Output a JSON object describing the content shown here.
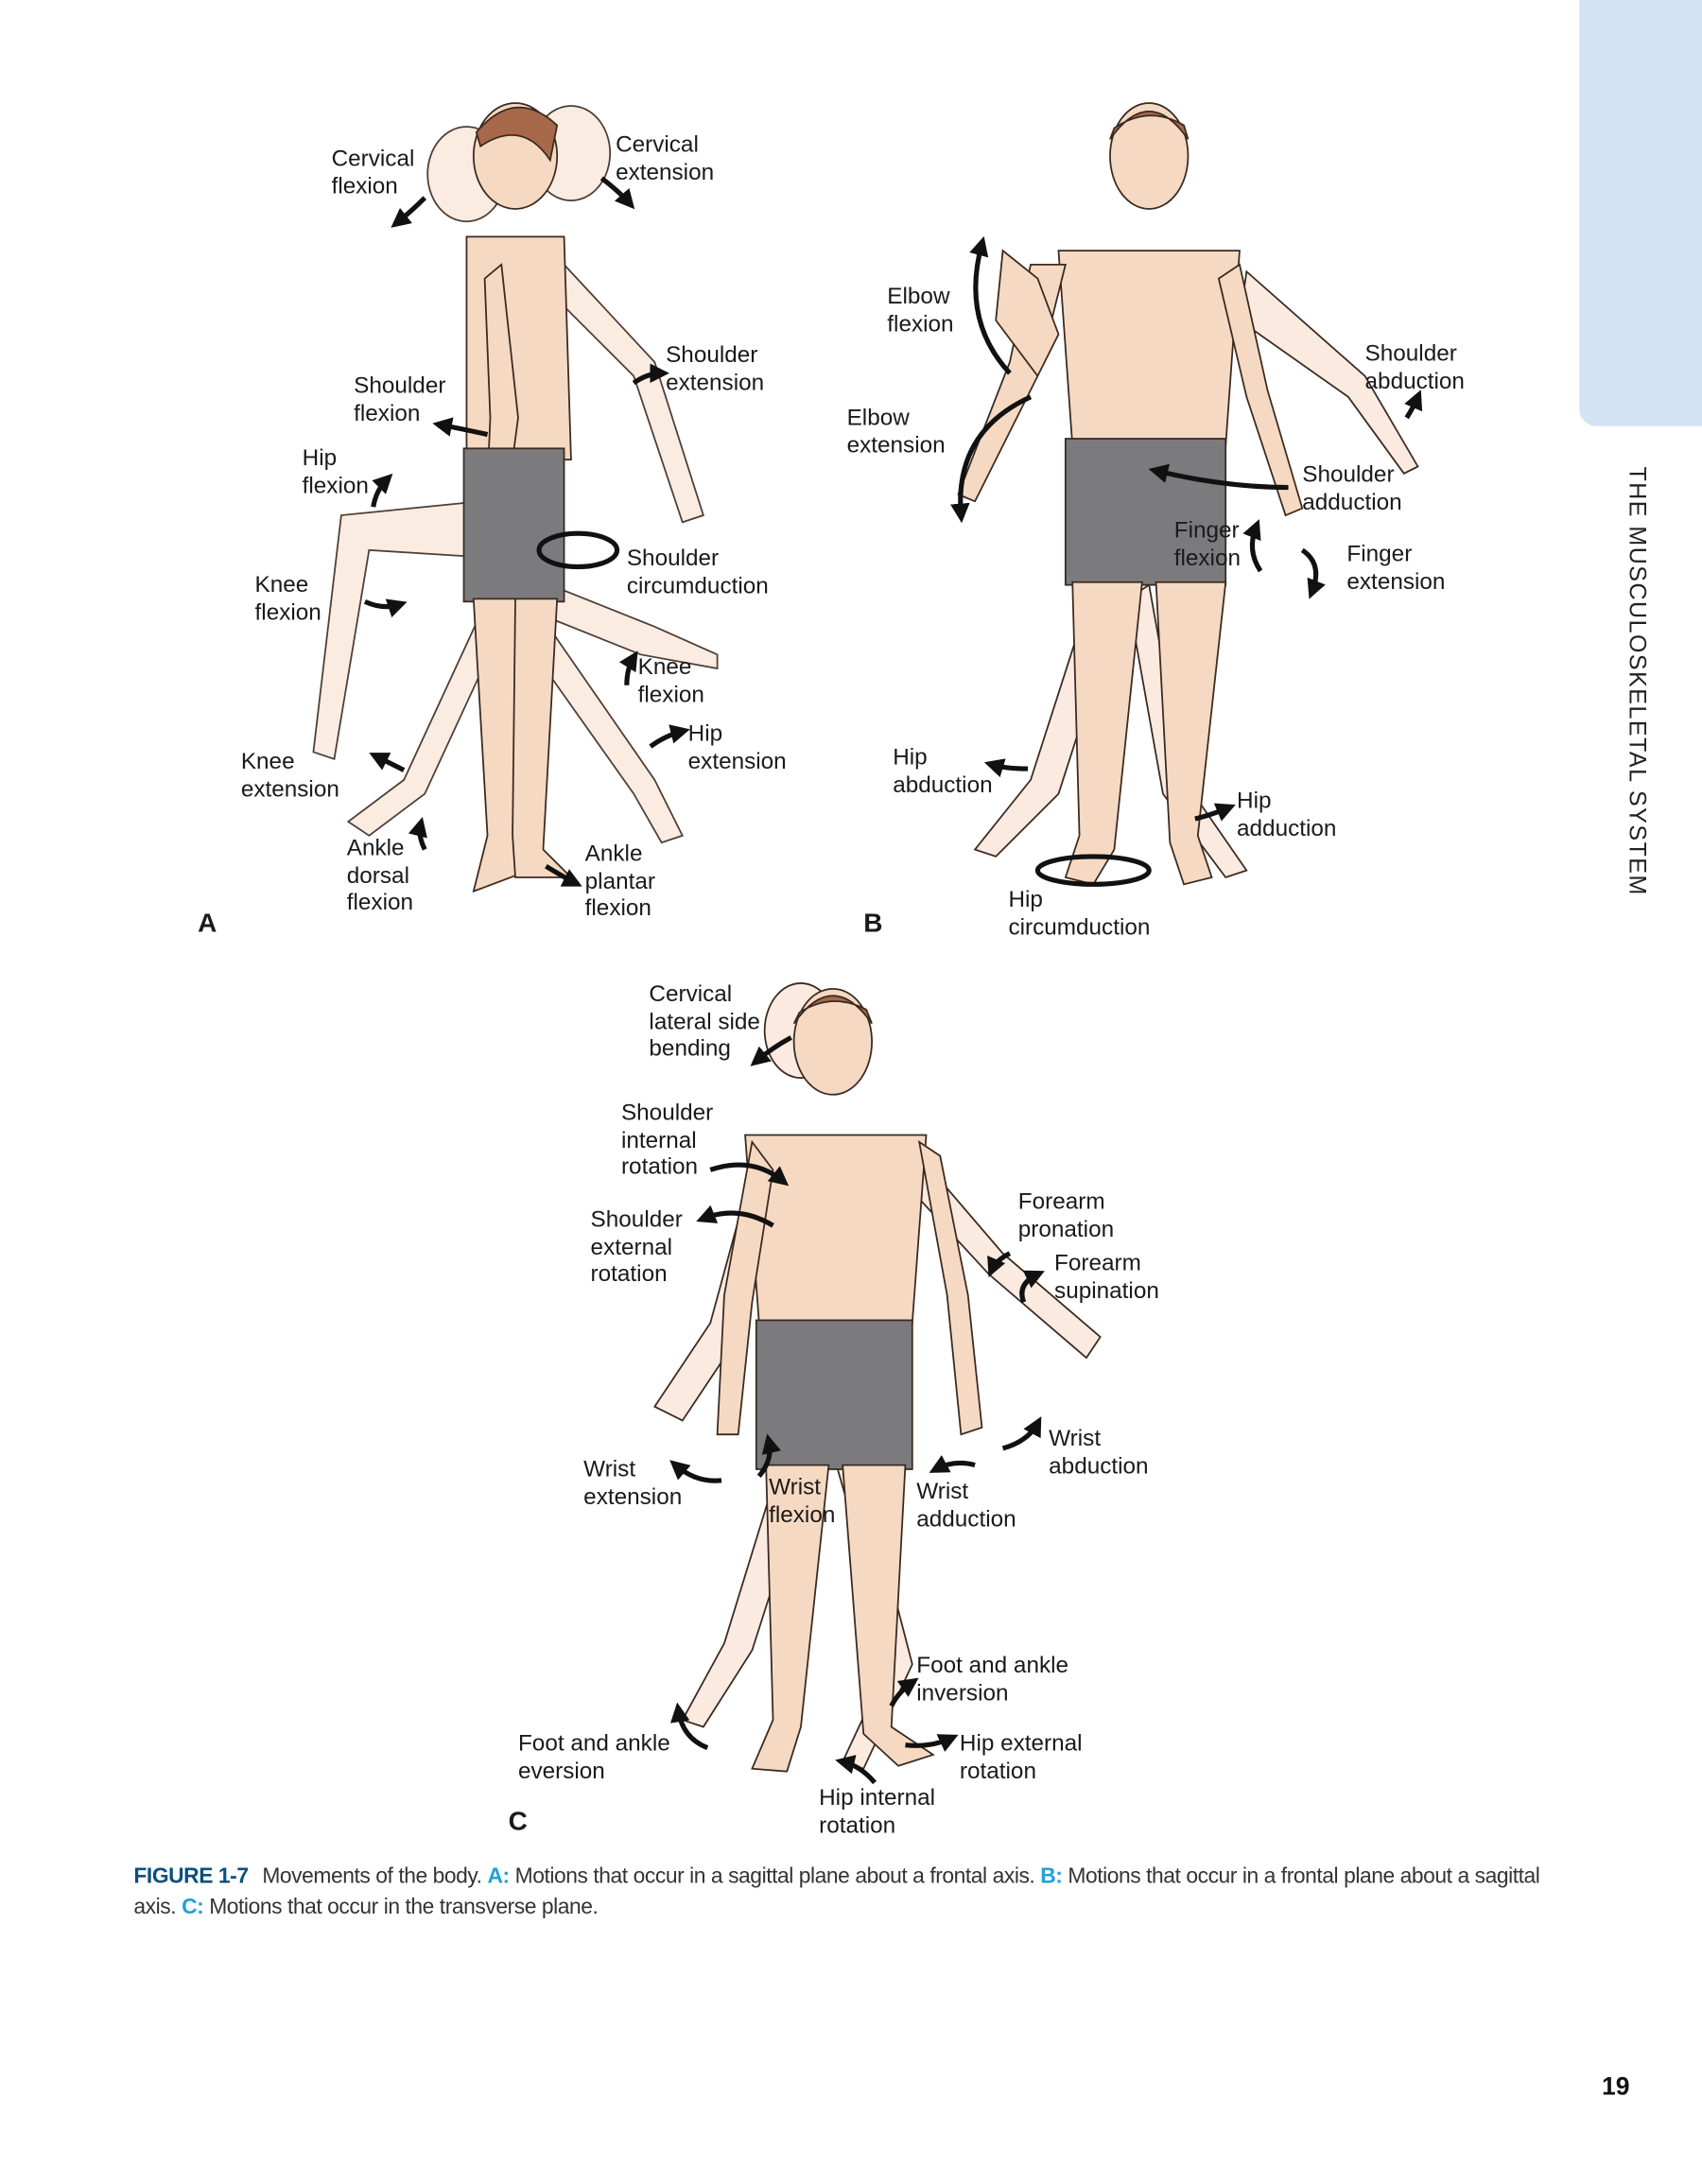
{
  "side_tab": {
    "text": "THE MUSCULOSKELETAL SYSTEM",
    "color": "#d3e3f3"
  },
  "page_number": "19",
  "panels": {
    "a": "A",
    "b": "B",
    "c": "C"
  },
  "labels_a": [
    "Cervical\nflexion",
    "Cervical\nextension",
    "Shoulder\nflexion",
    "Shoulder\nextension",
    "Hip\nflexion",
    "Knee\nflexion",
    "Shoulder\ncircumduction",
    "Knee\nflexion",
    "Hip\nextension",
    "Knee\nextension",
    "Ankle\ndorsal\nflexion",
    "Ankle\nplantar\nflexion"
  ],
  "labels_b": [
    "Elbow\nflexion",
    "Elbow\nextension",
    "Shoulder\nabduction",
    "Shoulder\nadduction",
    "Finger\nflexion",
    "Finger\nextension",
    "Hip\nabduction",
    "Hip\nadduction",
    "Hip\ncircumduction"
  ],
  "labels_c": [
    "Cervical\nlateral side\nbending",
    "Shoulder\ninternal\nrotation",
    "Shoulder\nexternal\nrotation",
    "Forearm\npronation",
    "Forearm\nsupination",
    "Wrist\nextension",
    "Wrist\nflexion",
    "Wrist\nabduction",
    "Wrist\nadduction",
    "Foot and ankle\ninversion",
    "Foot and ankle\neversion",
    "Hip external\nrotation",
    "Hip internal\nrotation"
  ],
  "caption": {
    "figure_number": "FIGURE 1-7",
    "intro": "Movements of the body.",
    "a_key": "A:",
    "a_text": "Motions that occur in a sagittal plane about a frontal axis.",
    "b_key": "B:",
    "b_text": "Motions that occur in a frontal plane about a sagittal axis.",
    "c_key": "C:",
    "c_text": "Motions that occur in the transverse plane."
  },
  "colors": {
    "skin": "#f6d9c3",
    "skin_faded": "#fbeadf",
    "shorts": "#7b7b7d",
    "hair": "#a8684a",
    "figure_label": "#0b4f7c",
    "key": "#20a0d8"
  }
}
